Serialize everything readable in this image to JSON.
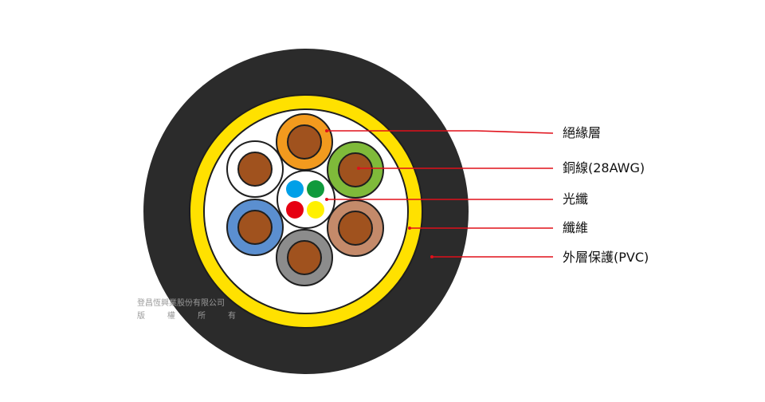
{
  "labels": {
    "insulation": "絕緣層",
    "copper": "銅線(28AWG)",
    "optical_fiber": "光纖",
    "aramid_fiber": "纖維",
    "jacket": "外層保護(PVC)"
  },
  "watermark": {
    "company": "登昌恆興業股份有限公司",
    "rights": [
      "版",
      "權",
      "所",
      "有"
    ]
  },
  "colors": {
    "jacket": "#2b2b2b",
    "aramid_yellow": "#ffe100",
    "core_white": "#ffffff",
    "copper": "#a0521e",
    "insulation_orange": "#f29a1e",
    "insulation_green": "#7fba3a",
    "insulation_tan": "#c48a6a",
    "insulation_gray": "#8c8c8c",
    "insulation_blue": "#5b8fd0",
    "insulation_white": "#ffffff",
    "fiber_blue": "#00a0e8",
    "fiber_green": "#109a3c",
    "fiber_red": "#e60012",
    "fiber_yellow": "#fff000",
    "leader_line": "#e0101a",
    "outline": "#1e1e1e"
  }
}
